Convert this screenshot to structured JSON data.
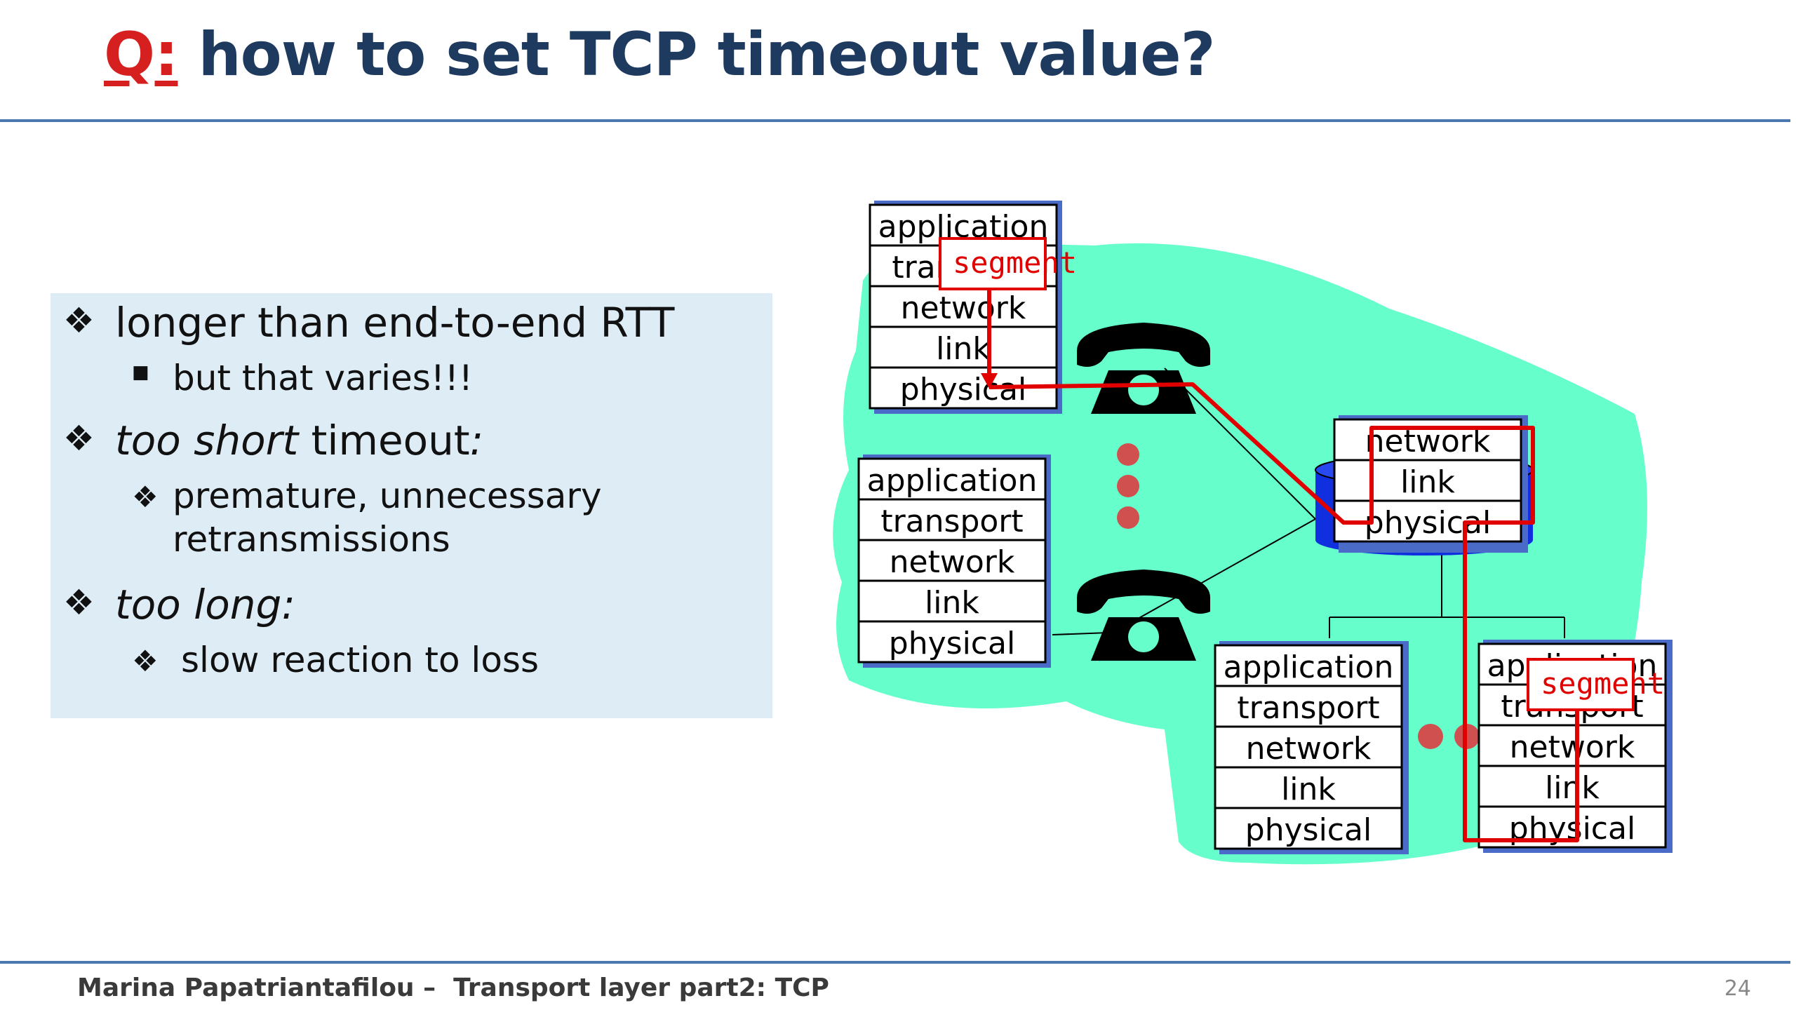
{
  "slide": {
    "title_prefix": "Q:",
    "title": "how to set TCP timeout value?",
    "page_number": "24"
  },
  "bullets": {
    "b1": "longer than end-to-end RTT",
    "b1_sub": "but that varies!!!",
    "b2_italic": "too short",
    "b2_rest": " timeout",
    "b2_colon": ":",
    "b2_sub_line1": "premature, unnecessary",
    "b2_sub_line2": "retransmissions",
    "b3": "too long:",
    "b3_sub": "slow reaction to loss"
  },
  "footer": {
    "author": "Marina Papatriantafilou –",
    "course": "Transport layer part2: TCP"
  },
  "diagram": {
    "segment_label": "segment",
    "layers": [
      "application",
      "transport",
      "network",
      "link",
      "physical"
    ],
    "colors": {
      "cloud": "#66ffcc",
      "path": "#e00000",
      "router": "#1030e0",
      "dots": "#d05050"
    }
  }
}
